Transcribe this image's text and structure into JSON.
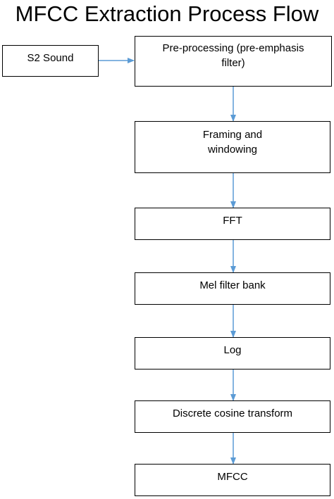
{
  "title": "MFCC Extraction Process Flow",
  "input_node": {
    "label": "S2 Sound"
  },
  "steps": [
    {
      "line1": "Pre-processing (pre-emphasis",
      "line2": "filter)"
    },
    {
      "line1": "Framing and",
      "line2": "windowing"
    },
    {
      "line1": "FFT",
      "line2": ""
    },
    {
      "line1": "Mel filter bank",
      "line2": ""
    },
    {
      "line1": "Log",
      "line2": ""
    },
    {
      "line1": "Discrete cosine transform",
      "line2": ""
    },
    {
      "line1": "MFCC",
      "line2": ""
    }
  ],
  "colors": {
    "arrow": "#5b9bd5",
    "box_border": "#000000",
    "text": "#000000"
  }
}
